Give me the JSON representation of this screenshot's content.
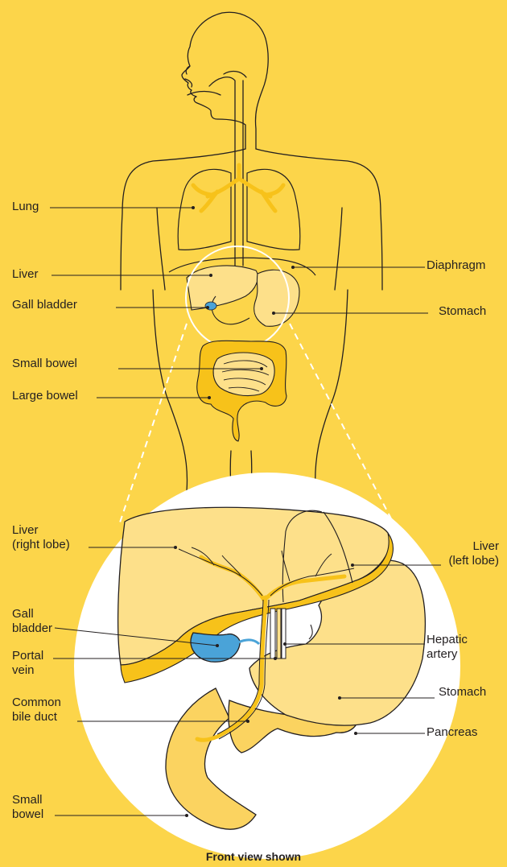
{
  "labels": {
    "upper": {
      "lung": "Lung",
      "liver": "Liver",
      "gall_bladder": "Gall bladder",
      "small_bowel": "Small bowel",
      "large_bowel": "Large bowel",
      "diaphragm": "Diaphragm",
      "stomach": "Stomach"
    },
    "inset": {
      "liver_right_lobe": "Liver\n(right lobe)",
      "liver_left_lobe": "Liver\n(left lobe)",
      "gall_bladder": "Gall\nbladder",
      "portal_vein": "Portal\nvein",
      "common_bile_duct": "Common\nbile duct",
      "small_bowel": "Small\nbowel",
      "hepatic_artery": "Hepatic\nartery",
      "stomach": "Stomach",
      "pancreas": "Pancreas"
    }
  },
  "caption": "Front view shown",
  "colors": {
    "background": "#fcd54a",
    "organ_light": "#fde08a",
    "organ_mid": "#fbd360",
    "organ_deep": "#f7c21a",
    "gall_bladder": "#4aa3d8",
    "outline": "#231f20",
    "inset_bg": "#ffffff"
  }
}
